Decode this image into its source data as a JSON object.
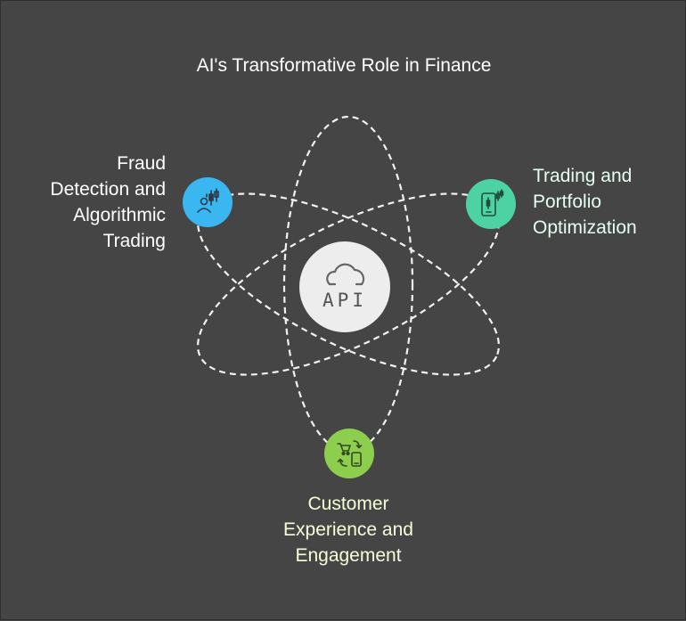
{
  "title": "AI's Transformative Role in Finance",
  "center": {
    "label": "API",
    "icon": "cloud-icon"
  },
  "nodes": [
    {
      "id": "fraud",
      "label_lines": [
        "Fraud",
        "Detection and",
        "Algorithmic",
        "Trading"
      ],
      "icon": "candlestick-person-icon",
      "color": "#3ab6f0"
    },
    {
      "id": "trading",
      "label_lines": [
        "Trading and",
        "Portfolio",
        "Optimization"
      ],
      "icon": "mobile-trading-icon",
      "color": "#4dd2a4"
    },
    {
      "id": "customer",
      "label_lines": [
        "Customer",
        "Experience and",
        "Engagement"
      ],
      "icon": "cart-phone-exchange-icon",
      "color": "#8dce4e"
    }
  ],
  "colors": {
    "background": "#454545",
    "orbit": "#f2f2f2",
    "center": "#ededed"
  }
}
